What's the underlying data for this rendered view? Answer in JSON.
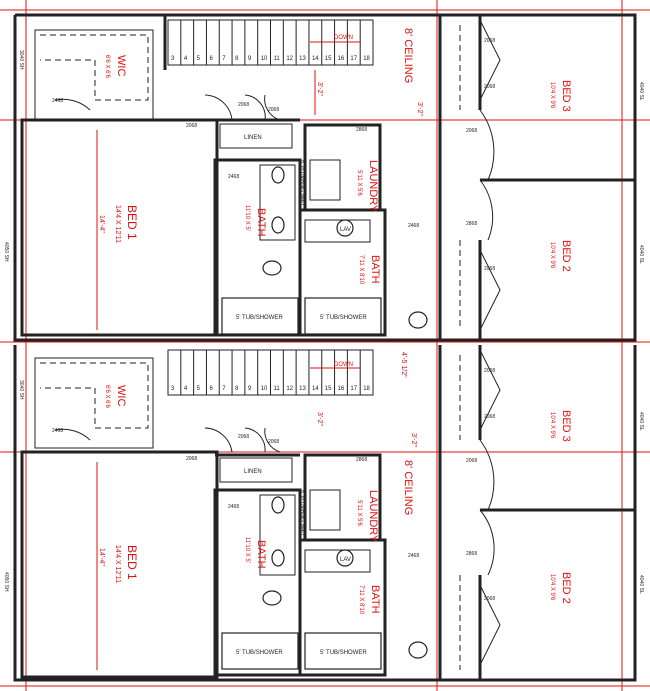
{
  "units": [
    {
      "ceiling": "8' CEILING",
      "stairs": {
        "down_label": "DOWN",
        "steps": [
          "3",
          "4",
          "5",
          "6",
          "7",
          "8",
          "9",
          "10",
          "11",
          "12",
          "13",
          "14",
          "15",
          "16",
          "17",
          "18"
        ]
      },
      "dims": {
        "stair_height": "3'-2\"",
        "hall_width": "3'-2\"",
        "bed1_depth": "14'-4\""
      },
      "rooms": {
        "wic": {
          "name": "WIC",
          "size": "6'6 X 6'6"
        },
        "bed1": {
          "name": "BED 1",
          "size": "14'4 X 12'11"
        },
        "bath1": {
          "name": "BATH",
          "size": "11'10 X 5'"
        },
        "laundry": {
          "name": "LAUNDRY",
          "size": "5'11 X 5'6"
        },
        "bath2": {
          "name": "BATH",
          "size": "7'11 X 8'10"
        },
        "bed2": {
          "name": "BED 2",
          "size": "10'4 X 9'6"
        },
        "bed3": {
          "name": "BED 3",
          "size": "10'4 X 9'6"
        }
      },
      "labels": {
        "linen": "LINEN",
        "tub1": "5' TUB/SHOWER",
        "tub2": "5' TUB/SHOWER",
        "lav": "LAV",
        "plumb_wall": "8\" PLUMBING WALL"
      },
      "windows": {
        "wic": "3040 SH",
        "bed1": "4050 SH",
        "bed2": "4040 SL",
        "bed3": "4040 SL"
      },
      "doors": [
        "2068",
        "2068",
        "2068",
        "2068",
        "2468",
        "2468",
        "2068",
        "2468",
        "2868",
        "2868",
        "2068",
        "2068"
      ]
    },
    {
      "ceiling": "8' CEILING",
      "stairs": {
        "down_label": "DOWN",
        "steps": [
          "3",
          "4",
          "5",
          "6",
          "7",
          "8",
          "9",
          "10",
          "11",
          "12",
          "13",
          "14",
          "15",
          "16",
          "17",
          "18"
        ]
      },
      "dims": {
        "stair_height": "3'-2\"",
        "hall_width": "4'-5 1/2\"",
        "bed1_depth": "14'-4\"",
        "hall_lower": "3'-2\""
      },
      "rooms": {
        "wic": {
          "name": "WIC",
          "size": "6'6 X 6'6"
        },
        "bed1": {
          "name": "BED 1",
          "size": "14'4 X 12'11"
        },
        "bath1": {
          "name": "BATH",
          "size": "11'10 X 5'"
        },
        "laundry": {
          "name": "LAUNDRY",
          "size": "5'11 X 5'6"
        },
        "bath2": {
          "name": "BATH",
          "size": "7'11 X 8'10"
        },
        "bed2": {
          "name": "BED 2",
          "size": "10'4 X 9'6"
        },
        "bed3": {
          "name": "BED 3",
          "size": "10'4 X 9'6"
        }
      },
      "labels": {
        "linen": "LINEN",
        "tub1": "5' TUB/SHOWER",
        "tub2": "5' TUB/SHOWER",
        "lav": "LAV",
        "plumb_wall": "8\" PLUMBING WALL"
      },
      "windows": {
        "wic": "3040 SH",
        "bed1": "4050 SH",
        "bed2": "4040 SL",
        "bed3": "4040 SL"
      },
      "doors": [
        "2068",
        "2068",
        "2068",
        "2068",
        "2468",
        "2468",
        "2068",
        "2468",
        "2868",
        "2868",
        "2068",
        "2068"
      ]
    }
  ]
}
